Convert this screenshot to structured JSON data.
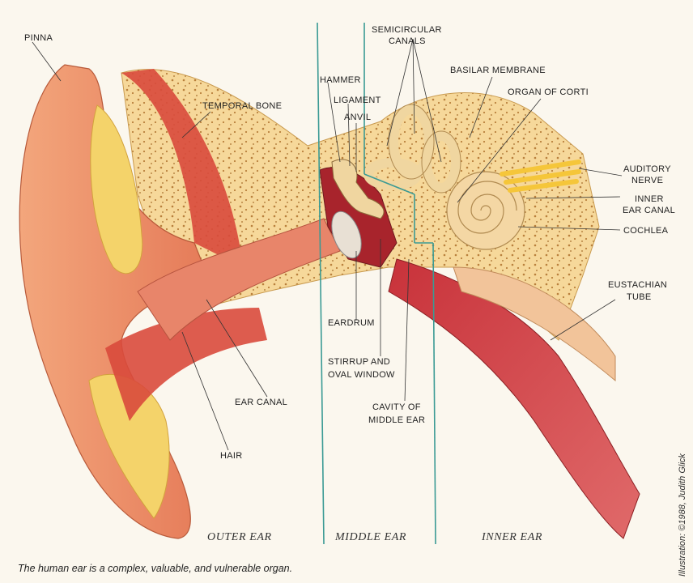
{
  "labels": {
    "pinna": "PINNA",
    "temporal_bone": "TEMPORAL BONE",
    "hammer": "HAMMER",
    "ligament": "LIGAMENT",
    "anvil": "ANVIL",
    "semicircular_1": "SEMICIRCULAR",
    "semicircular_2": "CANALS",
    "basilar_membrane": "BASILAR MEMBRANE",
    "organ_of_corti": "ORGAN OF CORTI",
    "auditory_nerve_1": "AUDITORY",
    "auditory_nerve_2": "NERVE",
    "inner_canal_1": "INNER",
    "inner_canal_2": "EAR CANAL",
    "cochlea": "COCHLEA",
    "eustachian_1": "EUSTACHIAN",
    "eustachian_2": "TUBE",
    "eardrum": "EARDRUM",
    "stirrup_1": "STIRRUP AND",
    "stirrup_2": "OVAL WINDOW",
    "cavity_1": "CAVITY OF",
    "cavity_2": "MIDDLE EAR",
    "ear_canal": "EAR CANAL",
    "hair": "HAIR"
  },
  "sections": {
    "outer": "OUTER EAR",
    "middle": "MIDDLE EAR",
    "inner": "INNER EAR"
  },
  "caption": "The human ear is a complex, valuable, and vulnerable organ.",
  "credit": "Illustration: ©1988, Judith Glick",
  "colors": {
    "skin": "#ef9a74",
    "flesh": "#d8403a",
    "bone": "#f6d89a",
    "divider": "#3a9a94"
  }
}
